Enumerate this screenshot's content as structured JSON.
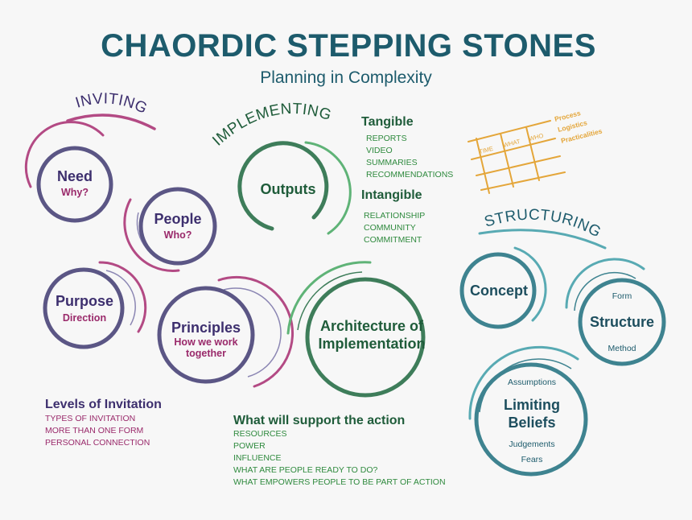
{
  "title": "CHAORDIC STEPPING STONES",
  "subtitle": "Planning in Complexity",
  "colors": {
    "title": "#1d5b6c",
    "purple": "#5b5685",
    "magenta": "#b34a84",
    "green": "#3e7d5a",
    "light_green": "#5fb377",
    "teal": "#3e8390",
    "light_teal": "#58aab3",
    "orange": "#e4a63a"
  },
  "inviting": {
    "label": "INVITING",
    "circles": {
      "need": {
        "title": "Need",
        "sub": "Why?"
      },
      "people": {
        "title": "People",
        "sub": "Who?"
      },
      "purpose": {
        "title": "Purpose",
        "sub": "Direction"
      },
      "principles": {
        "title": "Principles",
        "sub1": "How we work",
        "sub2": "together"
      }
    },
    "levels": {
      "heading": "Levels of Invitation",
      "items": [
        "TYPES OF INVITATION",
        "MORE THAN ONE FORM",
        "PERSONAL CONNECTION"
      ]
    }
  },
  "implementing": {
    "label": "IMPLEMENTING",
    "outputs": "Outputs",
    "architecture": {
      "line1": "Architecture of",
      "line2": "Implementation"
    },
    "tangible": {
      "heading": "Tangible",
      "items": [
        "REPORTS",
        "VIDEO",
        "SUMMARIES",
        "RECOMMENDATIONS"
      ]
    },
    "intangible": {
      "heading": "Intangible",
      "items": [
        "RELATIONSHIP",
        "COMMUNITY",
        "COMMITMENT"
      ]
    },
    "support": {
      "heading": "What will support the action",
      "items": [
        "RESOURCES",
        "POWER",
        "INFLUENCE",
        "WHAT ARE PEOPLE READY TO DO?",
        "WHAT EMPOWERS PEOPLE TO BE PART OF ACTION"
      ]
    },
    "grid": {
      "columns": [
        "TIME",
        "WHAT",
        "WHO"
      ],
      "side": [
        "Process",
        "Logistics",
        "Practicalities"
      ]
    }
  },
  "structuring": {
    "label": "STRUCTURING",
    "concept": "Concept",
    "structure": {
      "title": "Structure",
      "top": "Form",
      "bottom": "Method"
    },
    "limiting": {
      "line1": "Limiting",
      "line2": "Beliefs",
      "top": "Assumptions",
      "bottom1": "Judgements",
      "bottom2": "Fears"
    }
  }
}
